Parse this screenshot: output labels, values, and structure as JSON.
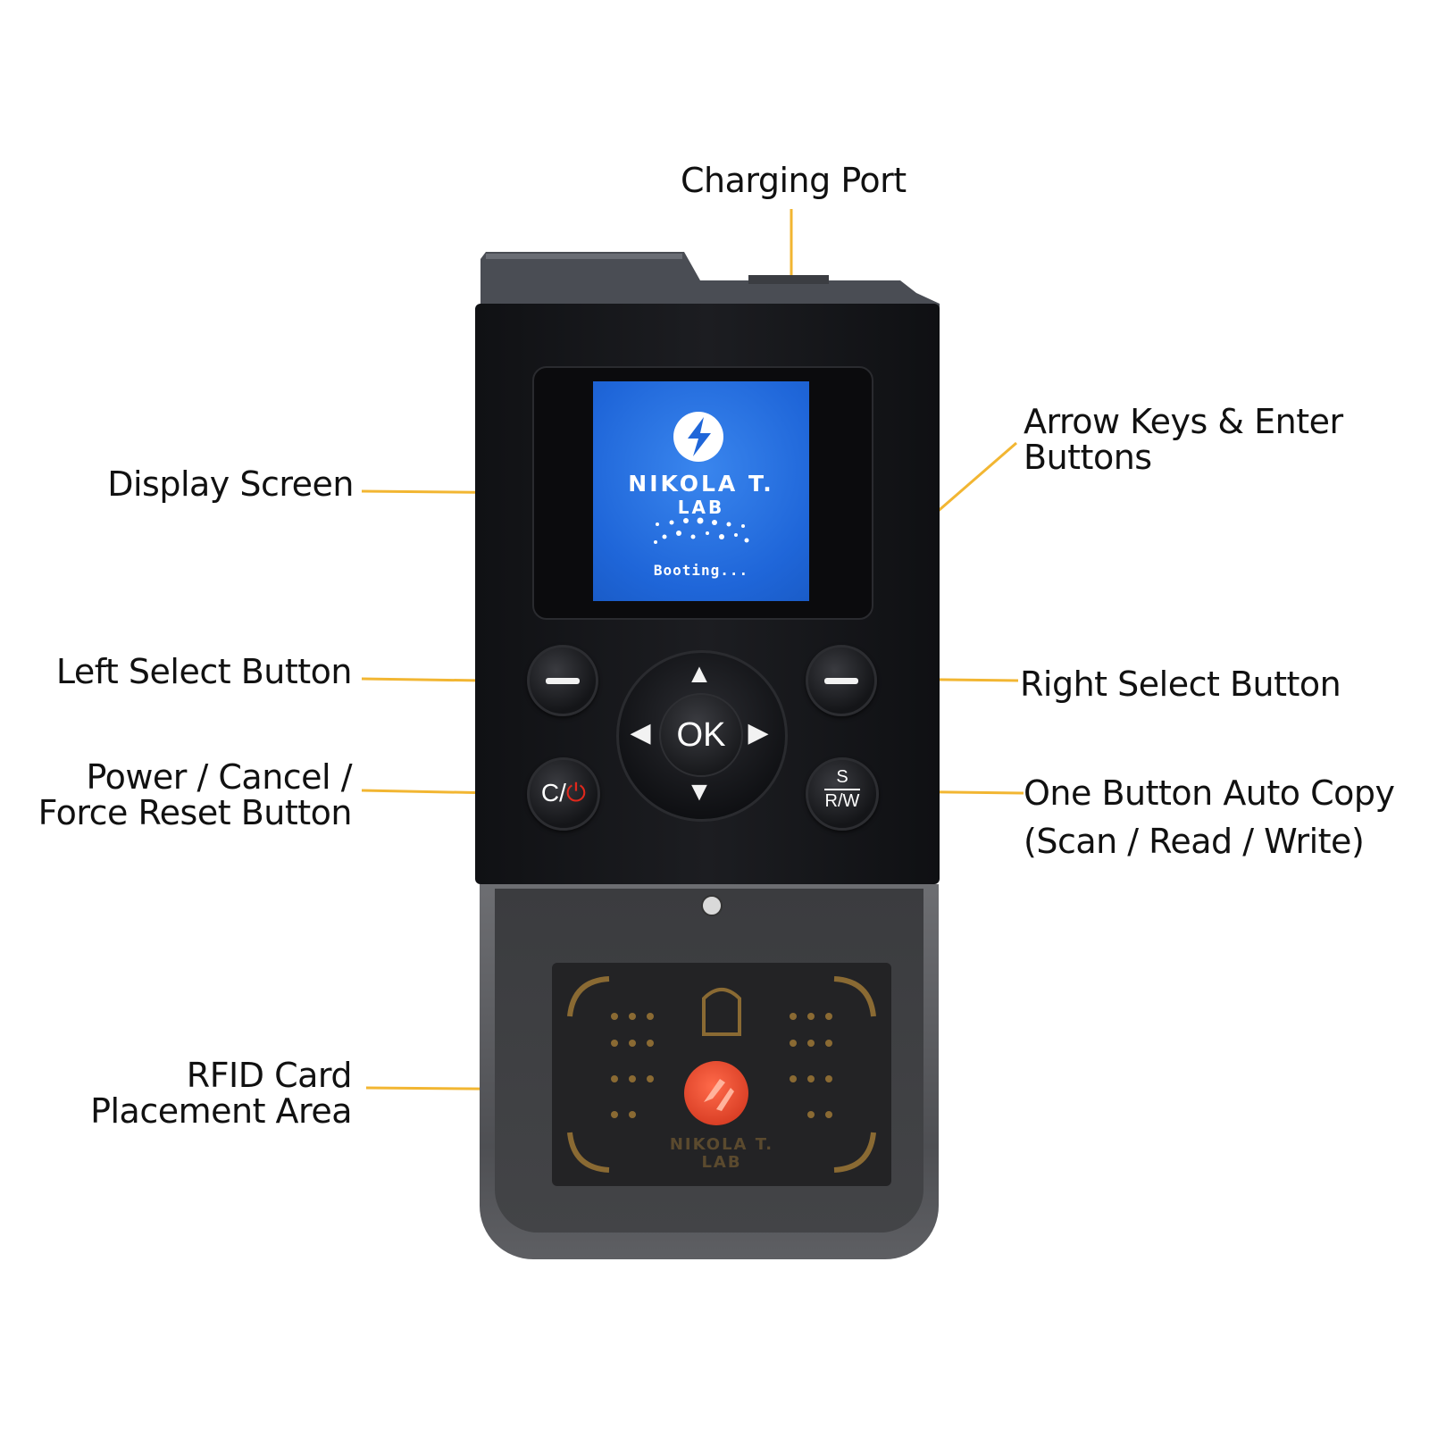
{
  "callouts": {
    "charging_port": "Charging Port",
    "display_screen": "Display Screen",
    "arrow_keys_line1": "Arrow Keys & Enter",
    "arrow_keys_line2": "Buttons",
    "left_select": "Left Select Button",
    "right_select": "Right Select Button",
    "power_line1": "Power / Cancel /",
    "power_line2": "Force Reset Button",
    "auto_copy_line1": "One Button Auto Copy",
    "auto_copy_line2": "(Scan / Read / Write)",
    "rfid_line1": "RFID Card",
    "rfid_line2": "Placement Area"
  },
  "screen": {
    "brand_line1": "NIKOLA T.",
    "brand_line2": "LAB",
    "status": "Booting..."
  },
  "buttons": {
    "ok_label": "OK",
    "cancel_label": "C/",
    "rw_top": "S",
    "rw_bottom": "R/W"
  },
  "rfid_card": {
    "brand_line1": "NIKOLA T.",
    "brand_line2": "LAB"
  },
  "colors": {
    "leader_line": "#f2b632",
    "screen_blue": "#1f66d9",
    "power_red": "#e0281c",
    "device_body": "#141518"
  },
  "icons": {
    "arrow_up": "triangle-up-icon",
    "arrow_down": "triangle-down-icon",
    "arrow_left": "triangle-left-icon",
    "arrow_right": "triangle-right-icon",
    "power": "power-icon",
    "lightning_logo": "lightning-bolt-icon"
  }
}
